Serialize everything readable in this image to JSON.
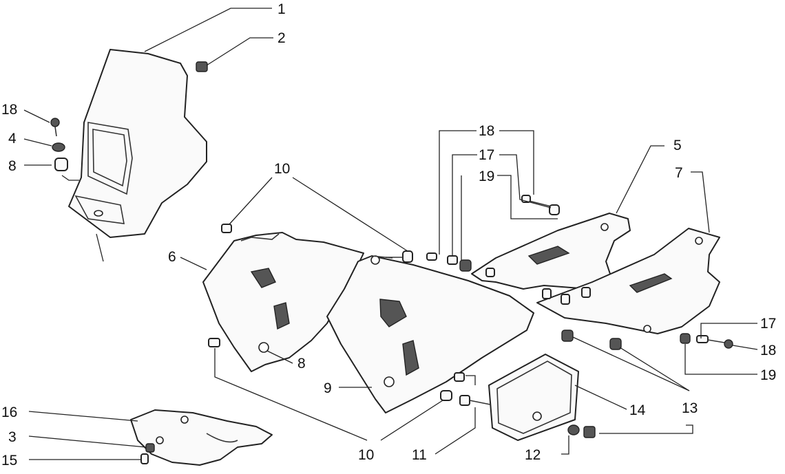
{
  "diagram": {
    "callouts": {
      "c1": "1",
      "c2": "2",
      "c3": "3",
      "c4": "4",
      "c5": "5",
      "c6": "6",
      "c7": "7",
      "c8a": "8",
      "c8b": "8",
      "c9": "9",
      "c10a": "10",
      "c10b": "10",
      "c11": "11",
      "c12": "12",
      "c13": "13",
      "c14": "14",
      "c15": "15",
      "c16": "16",
      "c17a": "17",
      "c17b": "17",
      "c18a": "18",
      "c18b": "18",
      "c18c": "18",
      "c19a": "19",
      "c19b": "19"
    }
  }
}
